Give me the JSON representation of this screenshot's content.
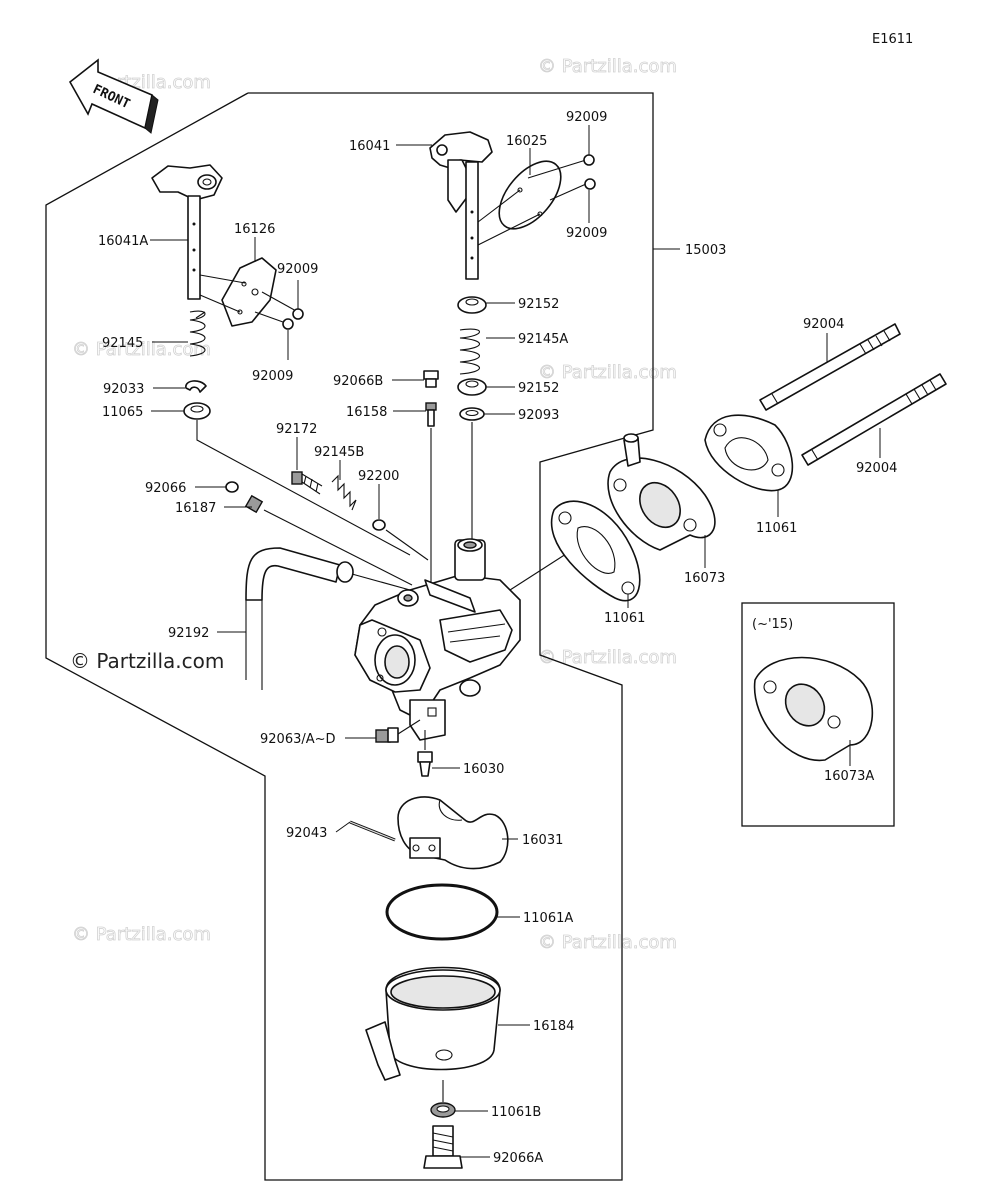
{
  "diagram_code": "E1611",
  "front_label": "FRONT",
  "watermark": "© Partzilla.com",
  "watermark_big": "© Partzilla.com",
  "inset_note": "(~'15)",
  "parts": {
    "p16041": "16041",
    "p16025": "16025",
    "p92009_top1": "92009",
    "p92009_top2": "92009",
    "p15003": "15003",
    "p16041A": "16041A",
    "p16126": "16126",
    "p92009_l1": "92009",
    "p92009_l2": "92009",
    "p92145": "92145",
    "p92033": "92033",
    "p11065": "11065",
    "p92152_a": "92152",
    "p92145A": "92145A",
    "p92066B": "92066B",
    "p92152_b": "92152",
    "p16158": "16158",
    "p92093": "92093",
    "p92172": "92172",
    "p92145B": "92145B",
    "p92200": "92200",
    "p92066": "92066",
    "p16187": "16187",
    "p92004_a": "92004",
    "p92004_b": "92004",
    "p11061_r": "11061",
    "p16073": "16073",
    "p11061_c": "11061",
    "p92192": "92192",
    "p92063": "92063/A~D",
    "p16030": "16030",
    "p16073A": "16073A",
    "p92043": "92043",
    "p16031": "16031",
    "p11061A": "11061A",
    "p16184": "16184",
    "p11061B": "11061B",
    "p92066A": "92066A"
  }
}
